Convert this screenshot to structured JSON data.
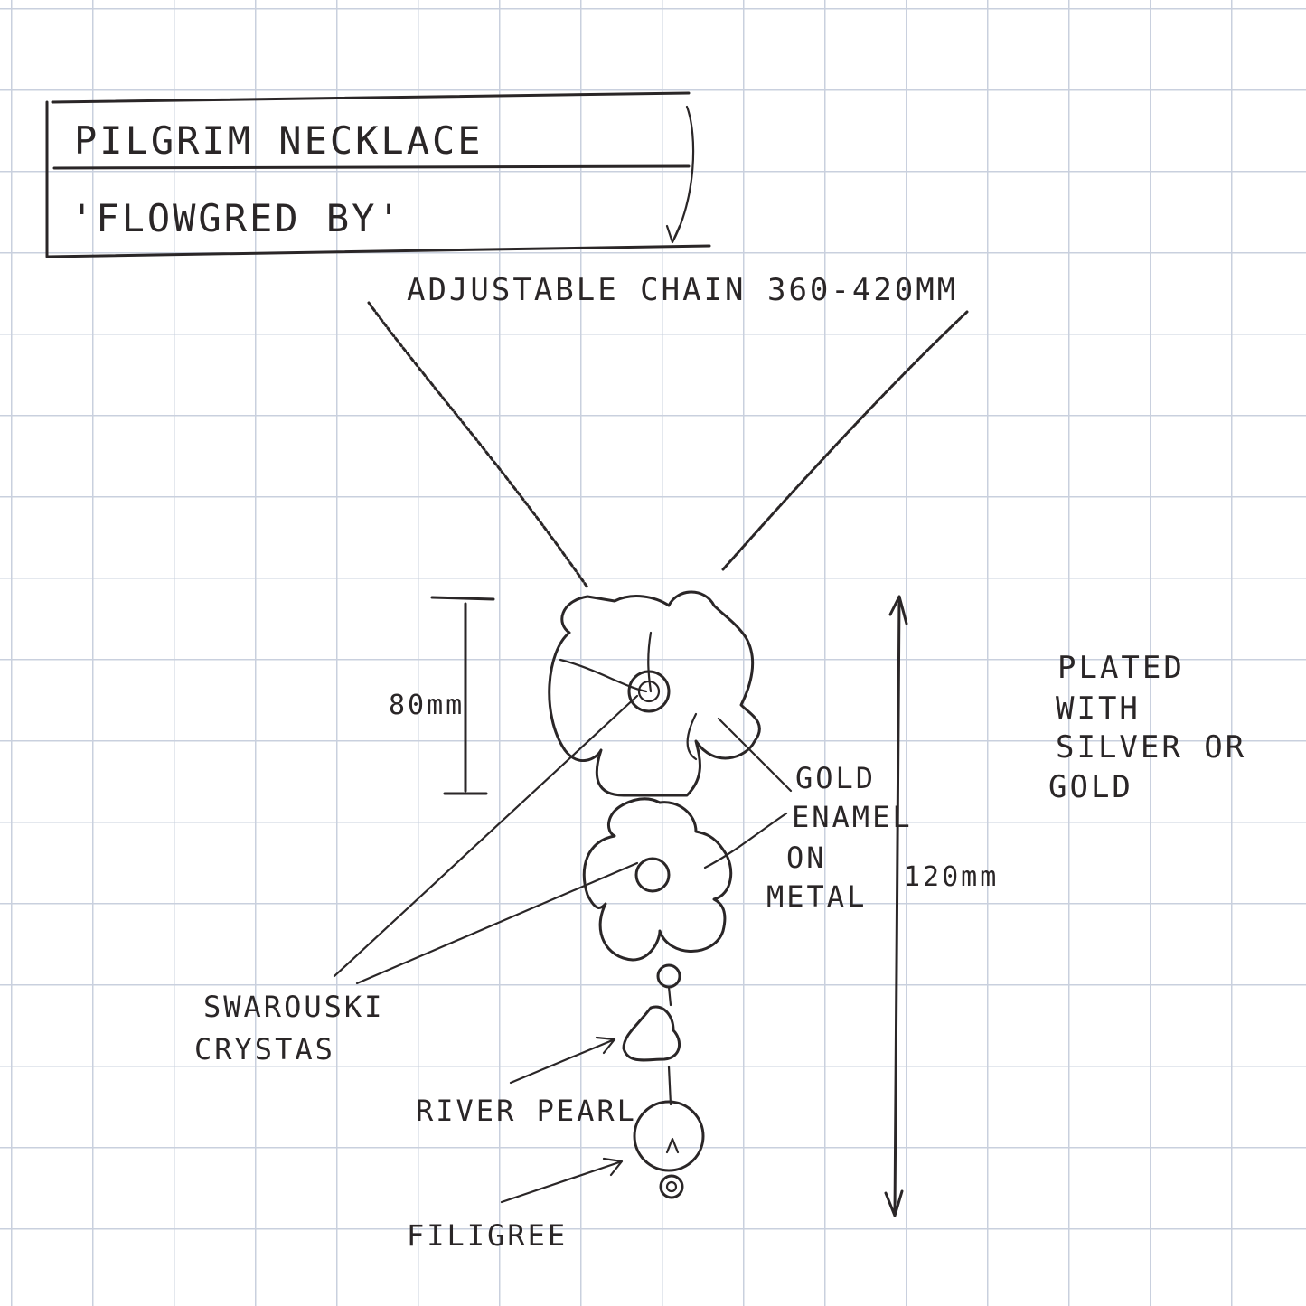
{
  "title_block": {
    "title": "PILGRIM NECKLACE",
    "subtitle": "'FLOWGRED BY'"
  },
  "labels": {
    "chain": "ADJUSTABLE CHAIN 360-420MM",
    "flower_size": "80mm",
    "total_length": "120mm",
    "plating": [
      "PLATED",
      "WITH",
      "SILVER OR",
      "GOLD"
    ],
    "enamel": [
      "GOLD",
      "ENAMEL",
      "ON",
      "METAL"
    ],
    "crystals": [
      "SWAROUSKI",
      "CRYSTAS"
    ],
    "pearl": "RIVER PEARL",
    "filigree": "FILIGREE"
  },
  "colors": {
    "ink": "#2a2627",
    "grid": "#c9d0de"
  }
}
